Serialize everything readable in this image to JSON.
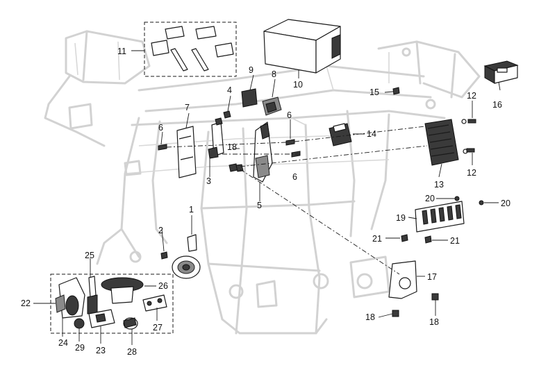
{
  "callouts": {
    "c1": "1",
    "c2": "2",
    "c3": "3",
    "c4": "4",
    "c5": "5",
    "c6a": "6",
    "c6b": "6",
    "c6c": "6",
    "c7": "7",
    "c8": "8",
    "c9": "9",
    "c10": "10",
    "c11": "11",
    "c12a": "12",
    "c12b": "12",
    "c13": "13",
    "c14": "14",
    "c15": "15",
    "c16": "16",
    "c17": "17",
    "c18a": "18",
    "c18b": "18",
    "c18c": "18",
    "c19": "19",
    "c20a": "20",
    "c20b": "20",
    "c21a": "21",
    "c21b": "21",
    "c22": "22",
    "c23": "23",
    "c24": "24",
    "c25": "25",
    "c26": "26",
    "c27": "27",
    "c28": "28",
    "c29": "29"
  }
}
